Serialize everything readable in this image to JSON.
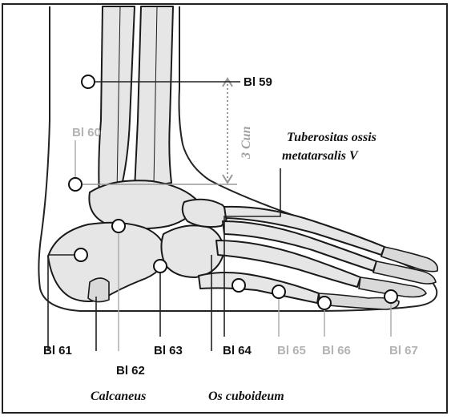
{
  "labels": {
    "bl59": "Bl 59",
    "bl60": "Bl 60",
    "bl61": "Bl 61",
    "bl62": "Bl 62",
    "bl63": "Bl 63",
    "bl64": "Bl 64",
    "bl65": "Bl 65",
    "bl66": "Bl 66",
    "bl67": "Bl 67",
    "cun": "3 Cun",
    "tuberositas_line1": "Tuberositas ossis",
    "tuberositas_line2": "metatarsalis V",
    "calcaneus": "Calcaneus",
    "os_cuboideum": "Os cuboideum"
  },
  "colors": {
    "label_dark": "#111111",
    "label_faded": "#b3b3b3",
    "bone_fill": "#e6e6e6",
    "outline": "#1a1a1a"
  }
}
